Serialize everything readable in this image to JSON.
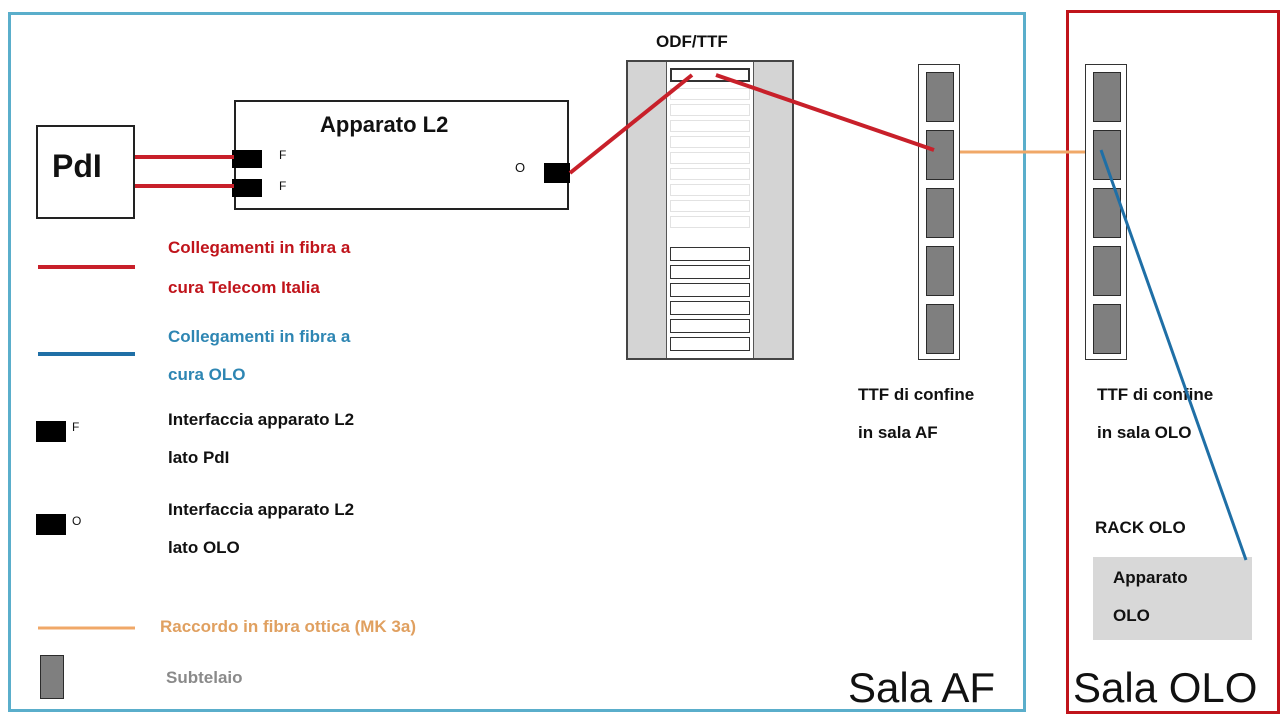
{
  "nodes": {
    "pdi": "PdI",
    "apparato_l2": "Apparato L2",
    "port_f": "F",
    "port_o": "O",
    "odf": "ODF/TTF",
    "ttf_af": [
      "TTF di confine",
      "in sala AF"
    ],
    "ttf_olo": [
      "TTF di confine",
      "in sala OLO"
    ],
    "rack_olo": "RACK OLO",
    "apparato_olo": [
      "Apparato",
      "OLO"
    ]
  },
  "rooms": {
    "af": "Sala AF",
    "olo": "Sala OLO"
  },
  "legend": {
    "red": [
      "Collegamenti in fibra a",
      "cura Telecom Italia"
    ],
    "blue": [
      "Collegamenti in fibra a",
      "cura OLO"
    ],
    "iface_f": [
      "Interfaccia apparato L2",
      "lato PdI"
    ],
    "iface_o": [
      "Interfaccia apparato L2",
      "lato OLO"
    ],
    "raccordo": "Raccordo in fibra ottica (MK 3a)",
    "subtelaio": "Subtelaio"
  },
  "colors": {
    "telecom_fiber": "#c8202a",
    "olo_fiber": "#1f6fa6",
    "raccordo": "#f0a868",
    "sala_af_border": "#5aaecb",
    "sala_olo_border": "#c0141b",
    "subtelaio": "#7f7f7f"
  }
}
